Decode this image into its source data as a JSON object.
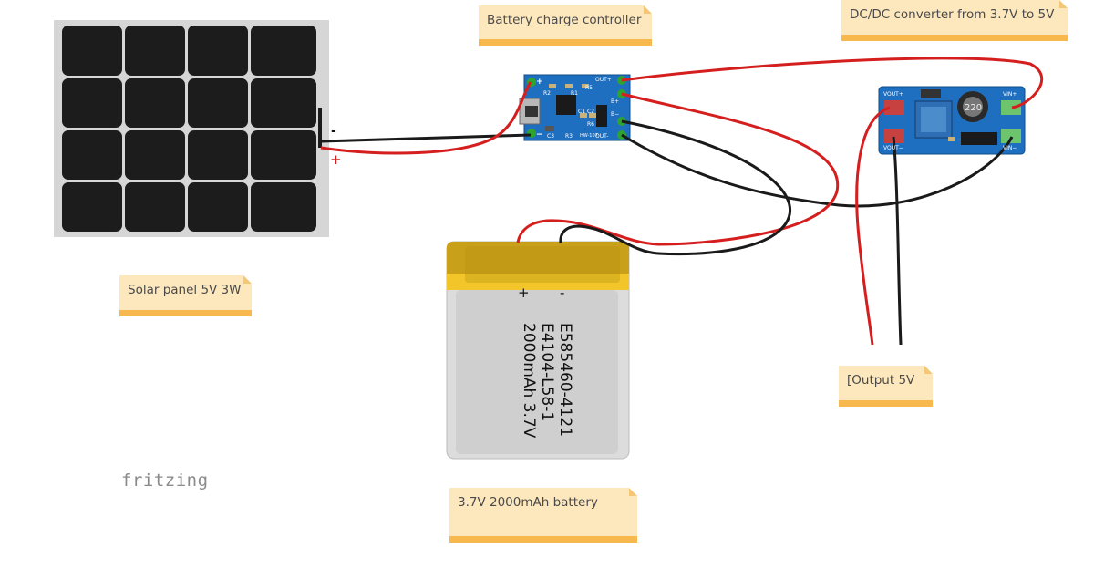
{
  "notes": {
    "charge_controller": "Battery charge controller",
    "dcdc_converter": "DC/DC converter from 3.7V to 5V",
    "solar_panel": "Solar panel 5V 3W",
    "output": "[Output 5V",
    "battery": "3.7V 2000mAh battery"
  },
  "brand": "fritzing",
  "battery": {
    "plus": "+",
    "minus": "-",
    "line1": "E585460-4121",
    "line2": "E4104-L58-1",
    "line3": "2000mAh 3.7V"
  },
  "solar": {
    "minus": "-",
    "plus": "+"
  },
  "charger": {
    "plus": "+",
    "minus": "−",
    "out_plus": "OUT+",
    "b_plus": "B+",
    "b_minus": "B−",
    "out_minus": "OUT-",
    "r2": "R2",
    "r1": "R1",
    "r5": "R5",
    "c1": "C1",
    "c2": "C2",
    "c3": "C3",
    "r3": "R3",
    "r6": "R6",
    "model": "HW-107"
  },
  "converter": {
    "vout_plus": "VOUT+",
    "vout_minus": "VOUT−",
    "vin_plus": "VIN+",
    "vin_minus": "VIN−",
    "inductor": "220"
  },
  "colors": {
    "wire_red": "#d51f1f",
    "wire_black": "#1a1a1a",
    "note_bg": "#fde8be",
    "note_border": "#f7b94e",
    "pcb_blue": "#1f6fc0",
    "battery_gold": "#c9a019"
  }
}
